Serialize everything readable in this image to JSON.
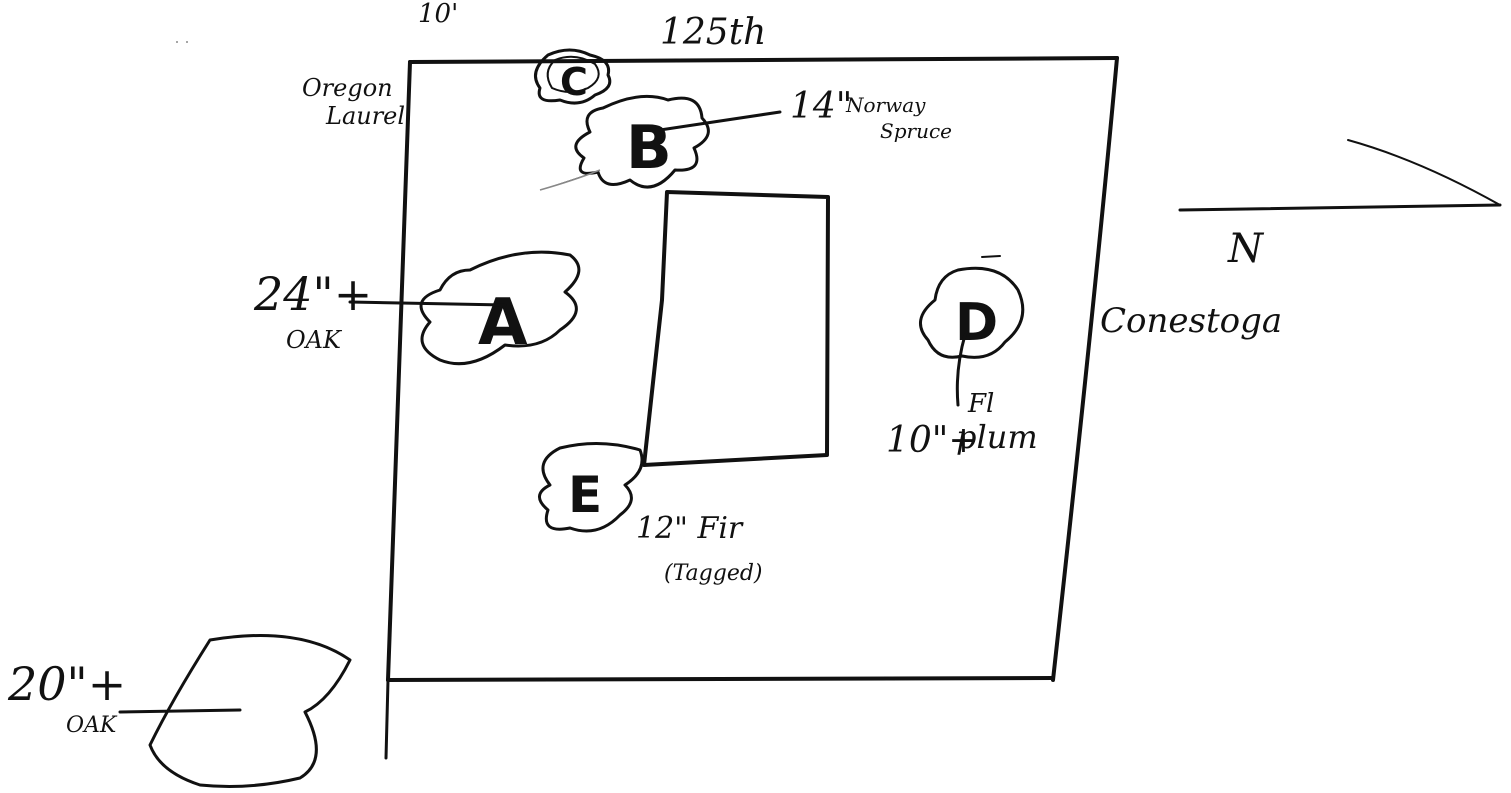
{
  "labels": {
    "street_top": "125th",
    "setback": "10'",
    "laurel_line1": "Oregon",
    "laurel_line2": "Laurel",
    "spruce_size": "14\"",
    "spruce_line1": "Norway",
    "spruce_line2": "Spruce",
    "oak_a_size": "24\"+",
    "oak_a_species": "OAK",
    "plum_fl": "Fl",
    "plum_size": "10\"+",
    "plum_species": "plum",
    "fir_size": "12\" Fir",
    "fir_note": "(Tagged)",
    "oak_off_size": "20\"+",
    "oak_off_species": "OAK",
    "street_right": "Conestoga",
    "north_label": "N"
  },
  "trees": {
    "a": "A",
    "b": "B",
    "c": "C",
    "d": "D",
    "e": "E"
  }
}
